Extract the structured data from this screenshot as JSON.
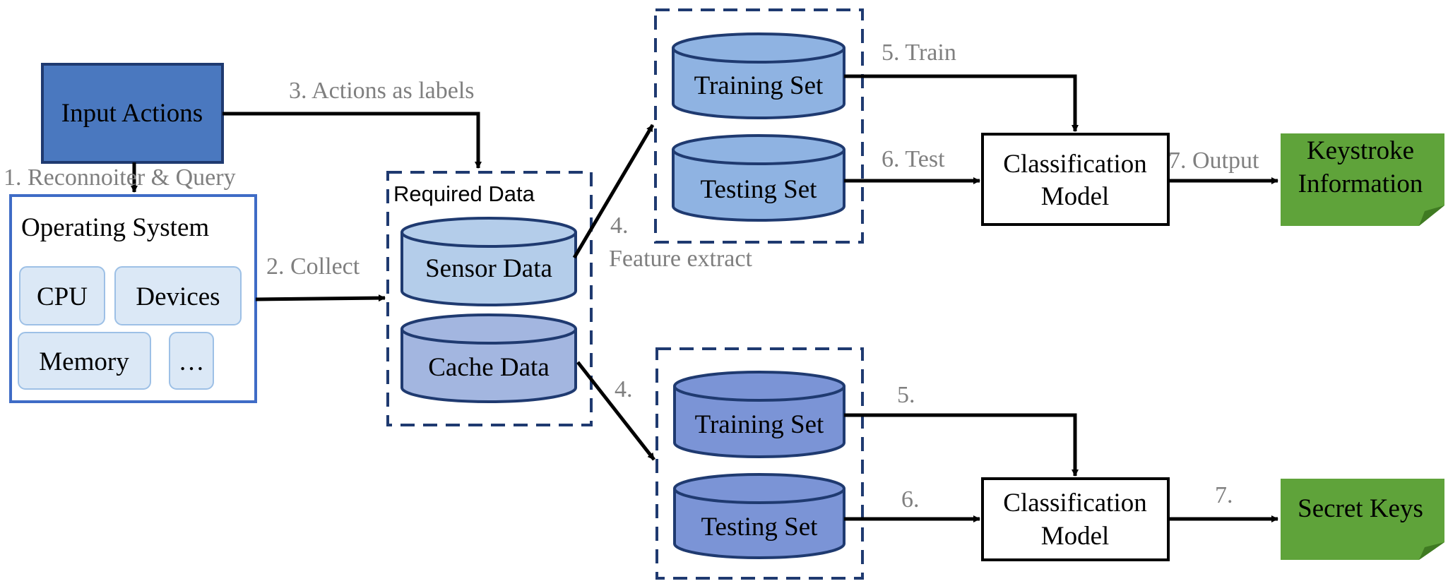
{
  "colors": {
    "input_actions_fill": "#4a78bf",
    "input_actions_border": "#1f3a70",
    "os_border": "#3f6cc6",
    "component_fill": "#dbe8f6",
    "component_border": "#9dc0e6",
    "dashed_border": "#1f3a70",
    "cyl_light": "#b4cdea",
    "cyl_medium": "#a3b6e0",
    "cyl_set_top": "#8fb3e2",
    "cyl_set_bottom": "#7b94d6",
    "note_green": "#5fa33a",
    "label_gray": "#7f7f7f"
  },
  "input_actions": {
    "label": "Input Actions"
  },
  "operating_system": {
    "title": "Operating System",
    "components": [
      "CPU",
      "Devices",
      "Memory",
      "…"
    ]
  },
  "required_data": {
    "title": "Required Data",
    "sensor": "Sensor Data",
    "cache": "Cache Data"
  },
  "top_sets": {
    "training": "Training Set",
    "testing": "Testing Set"
  },
  "bottom_sets": {
    "training": "Training Set",
    "testing": "Testing Set"
  },
  "top_model": {
    "line1": "Classification",
    "line2": "Model"
  },
  "bottom_model": {
    "line1": "Classification",
    "line2": "Model"
  },
  "outputs": {
    "top_line1": "Keystroke",
    "top_line2": "Information",
    "bottom": "Secret Keys"
  },
  "step_labels": {
    "reconnoiter": "1. Reconnoiter & Query",
    "collect": "2. Collect",
    "actions_labels": "3. Actions as labels",
    "feature_num": "4.",
    "feature_text": "Feature extract",
    "feature_bottom": "4.",
    "train_top": "5. Train",
    "test_top": "6. Test",
    "output_top": "7. Output",
    "train_bottom": "5.",
    "test_bottom": "6.",
    "output_bottom": "7."
  }
}
